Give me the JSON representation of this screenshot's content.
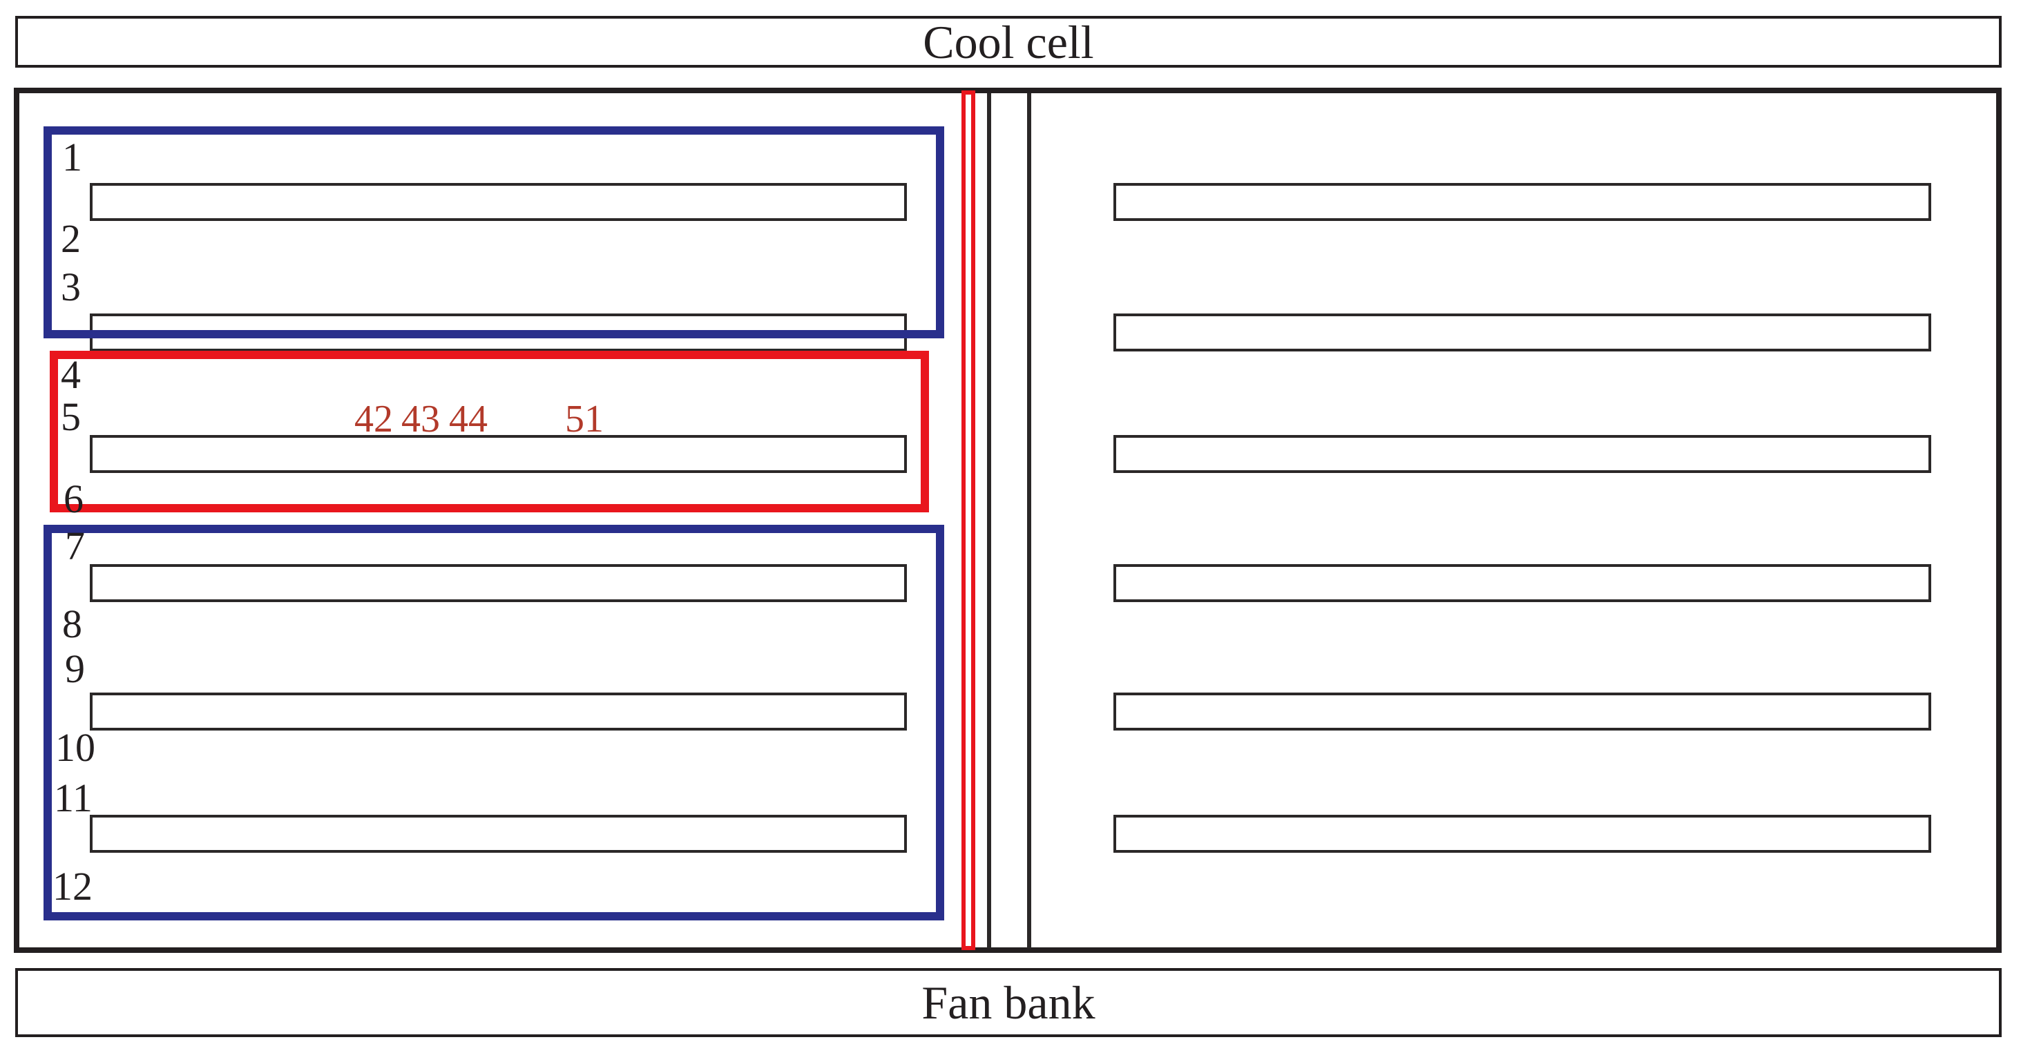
{
  "diagram": {
    "header": {
      "title": "Cool cell"
    },
    "footer": {
      "title": "Fan bank"
    },
    "aisle_labels": [
      "1",
      "2",
      "3",
      "4",
      "5",
      "6",
      "7",
      "8",
      "9",
      "10",
      "11",
      "12"
    ],
    "rack_numbers": [
      "42",
      "43",
      "44",
      "51"
    ],
    "colors": {
      "zone_blue": "#292f8c",
      "zone_red": "#e9161d",
      "rack_number_red": "#b23a2a",
      "line_black": "#231f20"
    }
  }
}
